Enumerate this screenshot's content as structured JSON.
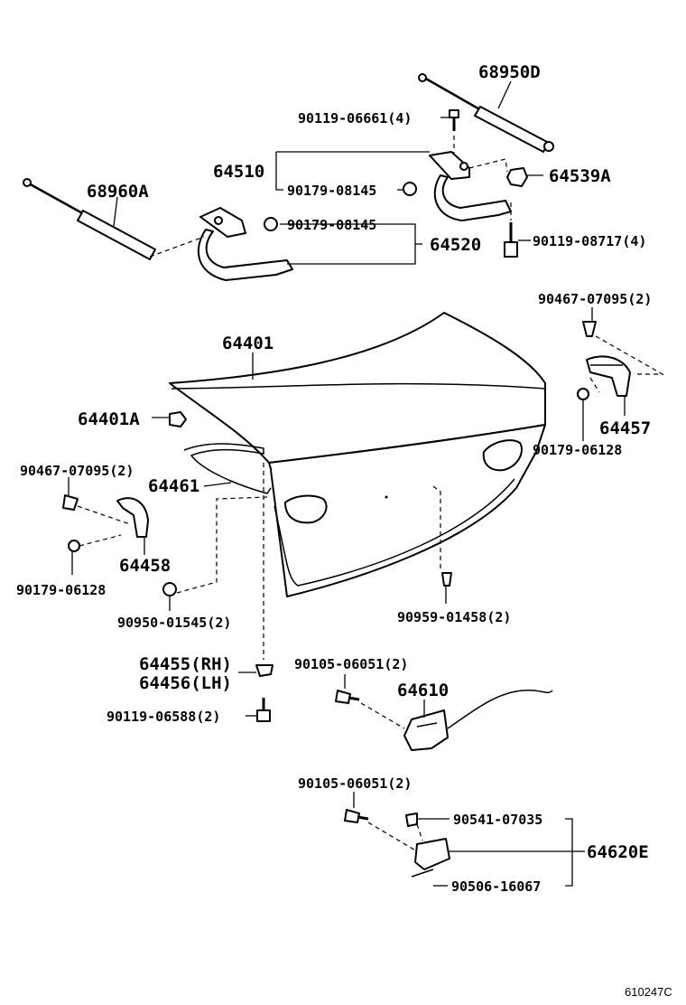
{
  "labels": {
    "p68950D": "68950D",
    "p90119_06661": "90119-06661(4)",
    "p64510": "64510",
    "p90179_08145_a": "90179-08145",
    "p64539A": "64539A",
    "p68960A": "68960A",
    "p90179_08145_b": "90179-08145",
    "p64520": "64520",
    "p90119_08717": "90119-08717(4)",
    "p90467_07095_r": "90467-07095(2)",
    "p64401": "64401",
    "p64401A": "64401A",
    "p64457": "64457",
    "p90179_06128_r": "90179-06128",
    "p90467_07095_l": "90467-07095(2)",
    "p64461": "64461",
    "p64458": "64458",
    "p90179_06128_l": "90179-06128",
    "p90950_01545": "90950-01545(2)",
    "p90959_01458": "90959-01458(2)",
    "p64455": "64455(RH)",
    "p64456": "64456(LH)",
    "p90105_06051_a": "90105-06051(2)",
    "p64610": "64610",
    "p90119_06588": "90119-06588(2)",
    "p90105_06051_b": "90105-06051(2)",
    "p90541_07035": "90541-07035",
    "p64620E": "64620E",
    "p90506_16067": "90506-16067"
  },
  "diagram_ref": "610247C"
}
